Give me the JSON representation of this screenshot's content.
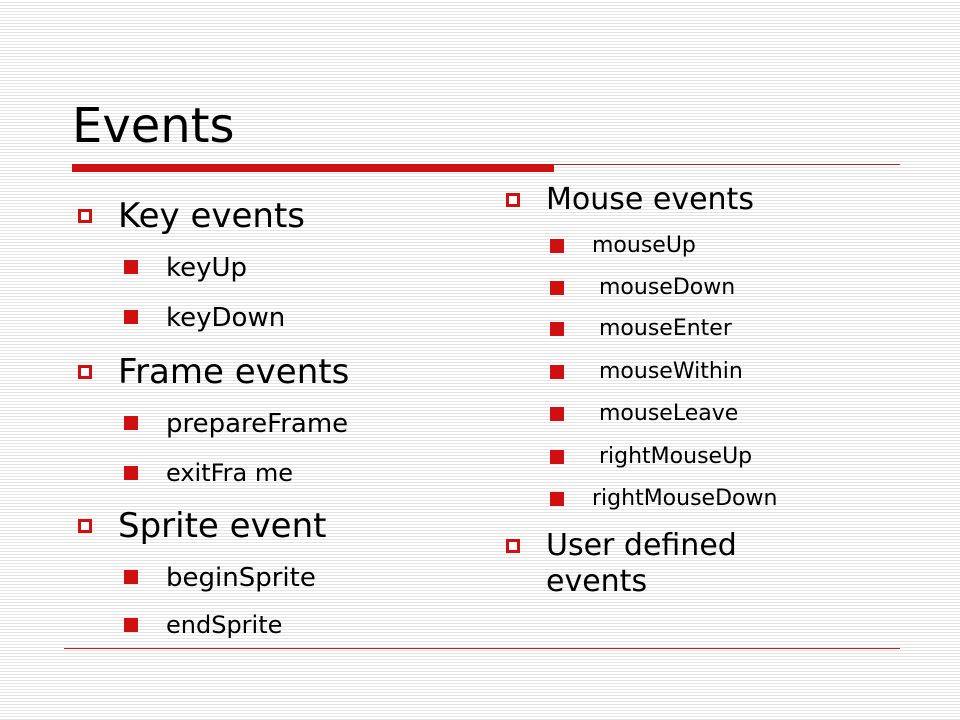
{
  "slide": {
    "title": "Events",
    "accent_color": "#d01010",
    "left_column": [
      {
        "label": "Key events",
        "children": [
          "keyUp",
          "keyDown"
        ]
      },
      {
        "label": "Frame events",
        "children": [
          "prepareFrame",
          "exitFra me"
        ]
      },
      {
        "label": "Sprite event",
        "children": [
          "beginSprite",
          "endSprite"
        ]
      }
    ],
    "right_column": [
      {
        "label": "Mouse events",
        "children": [
          "mouseUp",
          " mouseDown",
          " mouseEnter",
          " mouseWithin",
          " mouseLeave",
          " rightMouseUp",
          "rightMouseDown"
        ]
      },
      {
        "label": "User defined events",
        "children": []
      }
    ]
  }
}
